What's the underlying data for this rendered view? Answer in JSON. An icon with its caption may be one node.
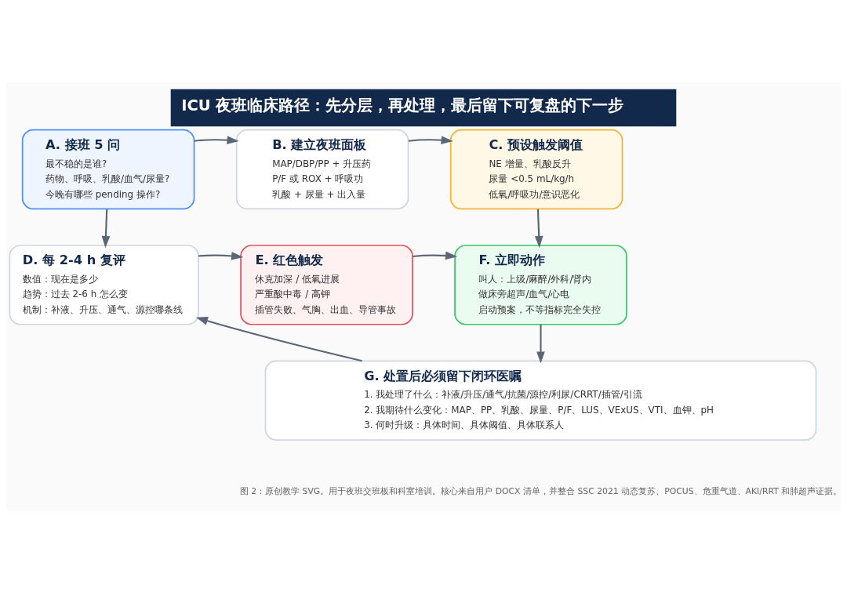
{
  "diagram": {
    "title": "ICU 夜班临床路径：先分层，再处理，最后留下可复盘的下一步",
    "caption": "图 2：原创教学 SVG。用于夜班交班板和科室培训。核心来自用户 DOCX 清单，并整合 SSC 2021 动态复苏、POCUS、危重气道、AKI/RRT 和肺超声证据。",
    "nodes": [
      {
        "text": [
          "A. 接班 5 问",
          "最不稳的是谁?",
          "药物、呼吸、乳酸/血气/尿量?",
          "今晚有哪些 pending 操作?"
        ]
      },
      {
        "text": [
          "B. 建立夜班面板",
          "MAP/DBP/PP + 升压药",
          "P/F 或 ROX + 呼吸功",
          "乳酸 + 尿量 + 出入量"
        ]
      },
      {
        "text": [
          "C. 预设触发阈值",
          "NE 增量、乳酸反升",
          "尿量 <0.5 mL/kg/h",
          "低氧/呼吸功/意识恶化"
        ]
      },
      {
        "text": [
          "D. 每 2-4 h 复评",
          "数值：现在是多少",
          "趋势：过去 2-6 h 怎么变",
          "机制：补液、升压、通气、源控哪条线"
        ]
      },
      {
        "text": [
          "E. 红色触发",
          "休克加深 / 低氧进展",
          "严重酸中毒 / 高钾",
          "插管失败、气胸、出血、导管事故"
        ]
      },
      {
        "text": [
          "F. 立即动作",
          "叫人：上级/麻醉/外科/肾内",
          "做床旁超声/血气/心电",
          "启动预案，不等指标完全失控"
        ]
      },
      {
        "text": [
          "G. 处置后必须留下闭环医嘱",
          "1. 我处理了什么：补液/升压/通气/抗菌/源控/利尿/CRRT/插管/引流",
          "2. 我期待什么变化：MAP、PP、乳酸、尿量、P/F、LUS、VExUS、VTI、血钾、pH",
          "3. 何时升级：具体时间、具体阈值、具体联系人"
        ]
      }
    ],
    "edges": [
      {
        "from": 0,
        "to": 1,
        "arrow": "to"
      },
      {
        "from": 1,
        "to": 2,
        "arrow": "to"
      },
      {
        "from": 0,
        "to": 3,
        "arrow": "to"
      },
      {
        "from": 2,
        "to": 5,
        "arrow": "to"
      },
      {
        "from": 3,
        "to": 4,
        "arrow": "to"
      },
      {
        "from": 4,
        "to": 5,
        "arrow": "to"
      },
      {
        "from": 5,
        "to": 6,
        "arrow": "to"
      },
      {
        "from": 6,
        "to": 3,
        "arrow": "to"
      }
    ]
  }
}
